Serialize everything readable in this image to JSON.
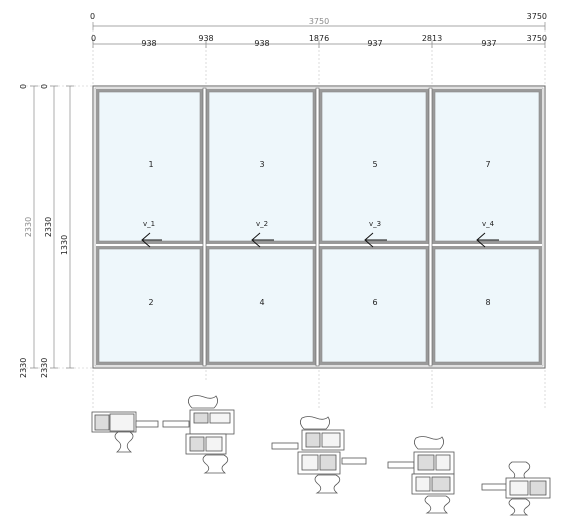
{
  "colors": {
    "glass": "#eef7fb",
    "frame": "#6e6e6e",
    "dimension": "#8a8a8a",
    "guide": "#c4c4c4",
    "profile_fill": "#f4f4f4"
  },
  "top_dimensions": {
    "overall_left": "0",
    "overall_total": "3750",
    "overall_right": "3750",
    "ticks": [
      "0",
      "938",
      "1876",
      "2813",
      "3750"
    ],
    "segments": [
      "938",
      "938",
      "937",
      "937"
    ]
  },
  "left_dimensions": {
    "outer": {
      "top": "0",
      "total": "2330",
      "bottom": "2330"
    },
    "middle": {
      "top": "0",
      "total": "2330",
      "bottom": "2330"
    },
    "inner": {
      "total": "1330"
    }
  },
  "panes": [
    {
      "label": "1"
    },
    {
      "label": "3"
    },
    {
      "label": "5"
    },
    {
      "label": "7"
    },
    {
      "label": "2"
    },
    {
      "label": "4"
    },
    {
      "label": "6"
    },
    {
      "label": "8"
    }
  ],
  "sashes": [
    {
      "label": "v_1"
    },
    {
      "label": "v_2"
    },
    {
      "label": "v_3"
    },
    {
      "label": "v_4"
    }
  ],
  "profile_sections": [
    {
      "icon": "frame-profile-left-icon"
    },
    {
      "icon": "mullion-profile-1-icon"
    },
    {
      "icon": "mullion-profile-2-icon"
    },
    {
      "icon": "mullion-profile-3-icon"
    },
    {
      "icon": "frame-profile-right-icon"
    }
  ]
}
